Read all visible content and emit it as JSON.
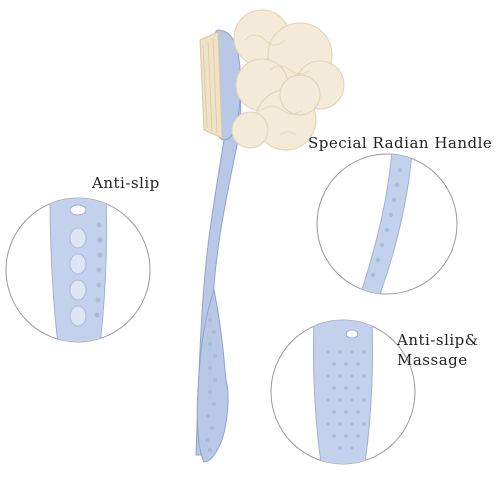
{
  "labels": {
    "anti_slip": "Anti-slip",
    "special_handle": "Special Radian Handle",
    "anti_slip_massage_line1": "Anti-slip&",
    "anti_slip_massage_line2": "Massage"
  },
  "colors": {
    "handle_blue": "#b9c8e6",
    "handle_shadow": "#8fa3cc",
    "bristle": "#efe2c6",
    "loofah": "#f3ead7",
    "circle_stroke": "#999999"
  }
}
